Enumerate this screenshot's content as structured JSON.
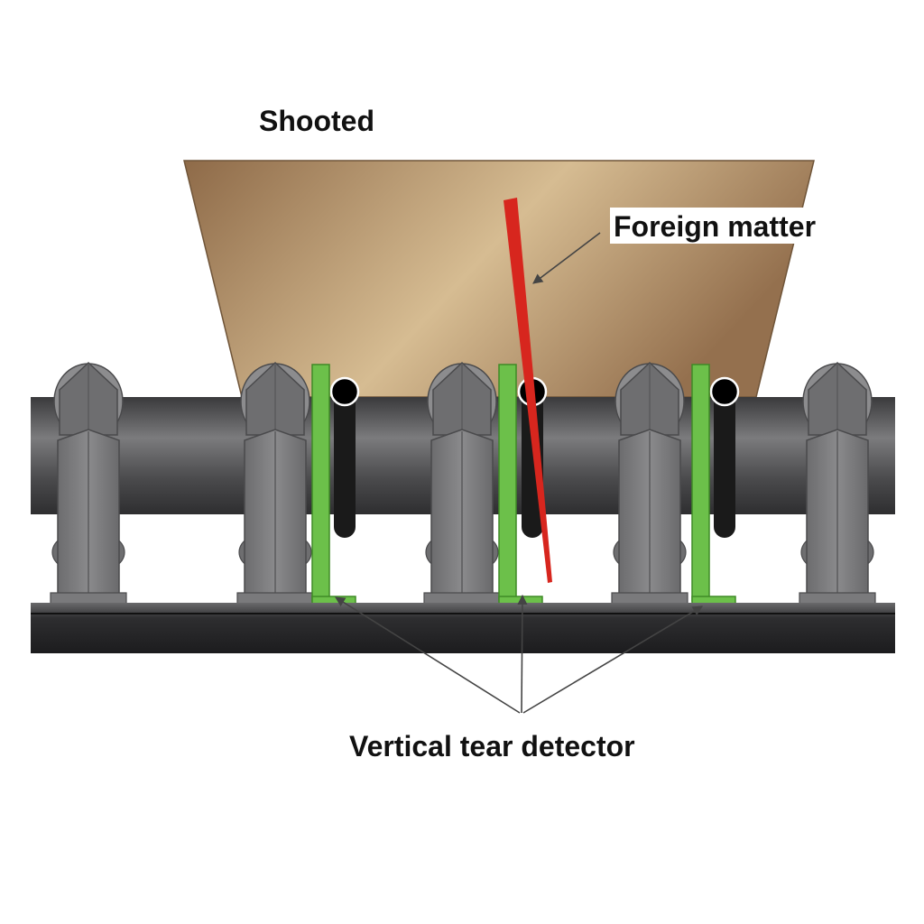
{
  "labels": {
    "chute": "Shooted",
    "foreign_matter": "Foreign matter",
    "detector": "Vertical tear detector"
  },
  "colors": {
    "chute_dark": "#8e6a48",
    "chute_light": "#d6bc92",
    "foreign_matter": "#d7261e",
    "detector": "#6cc04a",
    "detector_edge": "#3f8a26",
    "roller_dark": "#3a3a3c",
    "roller_mid": "#7b7b7d",
    "bracket": "#808082",
    "bracket_edge": "#4a4a4c",
    "rod": "#1a1a1a",
    "frame": "#2e2e30"
  },
  "icons": {
    "arrow": "arrow-head-icon"
  }
}
